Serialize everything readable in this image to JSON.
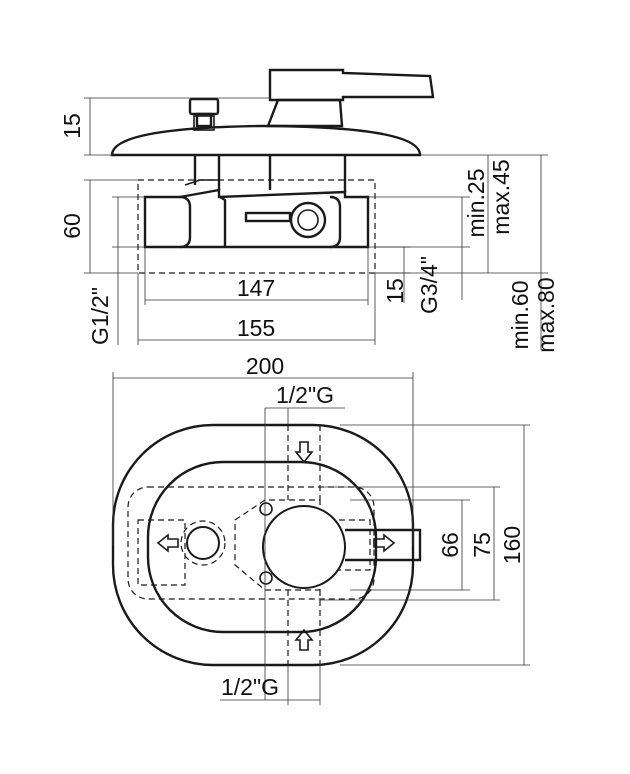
{
  "side_view": {
    "dim_15_top": "15",
    "dim_60": "60",
    "dim_g12": "G1/2\"",
    "dim_147": "147",
    "dim_155": "155",
    "dim_15_right": "15",
    "dim_g34": "G3/4\"",
    "dim_min25": "min.25",
    "dim_max45": "max.45",
    "dim_min60": "min.60",
    "dim_max80": "max.80"
  },
  "plan_view": {
    "dim_200": "200",
    "dim_inlet_top": "1/2\"G",
    "dim_inlet_bottom": "1/2\"G",
    "dim_66": "66",
    "dim_75": "75",
    "dim_160": "160"
  }
}
